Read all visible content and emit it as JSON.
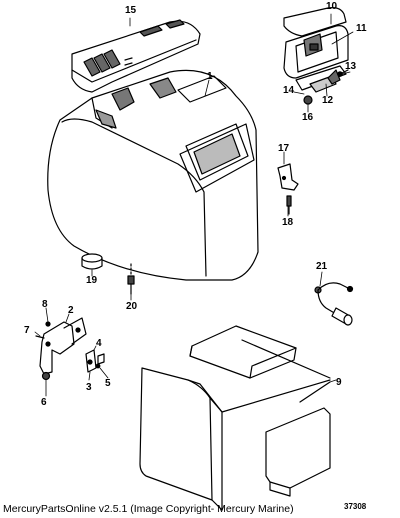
{
  "diagram": {
    "callouts": [
      "1",
      "2",
      "3",
      "4",
      "5",
      "6",
      "7",
      "8",
      "9",
      "10",
      "11",
      "12",
      "13",
      "14",
      "15",
      "16",
      "17",
      "18",
      "19",
      "20",
      "21"
    ],
    "figure_id": "37308"
  },
  "footer": {
    "caption": "MercuryPartsOnline v2.5.1 (Image Copyright- Mercury Marine)"
  }
}
